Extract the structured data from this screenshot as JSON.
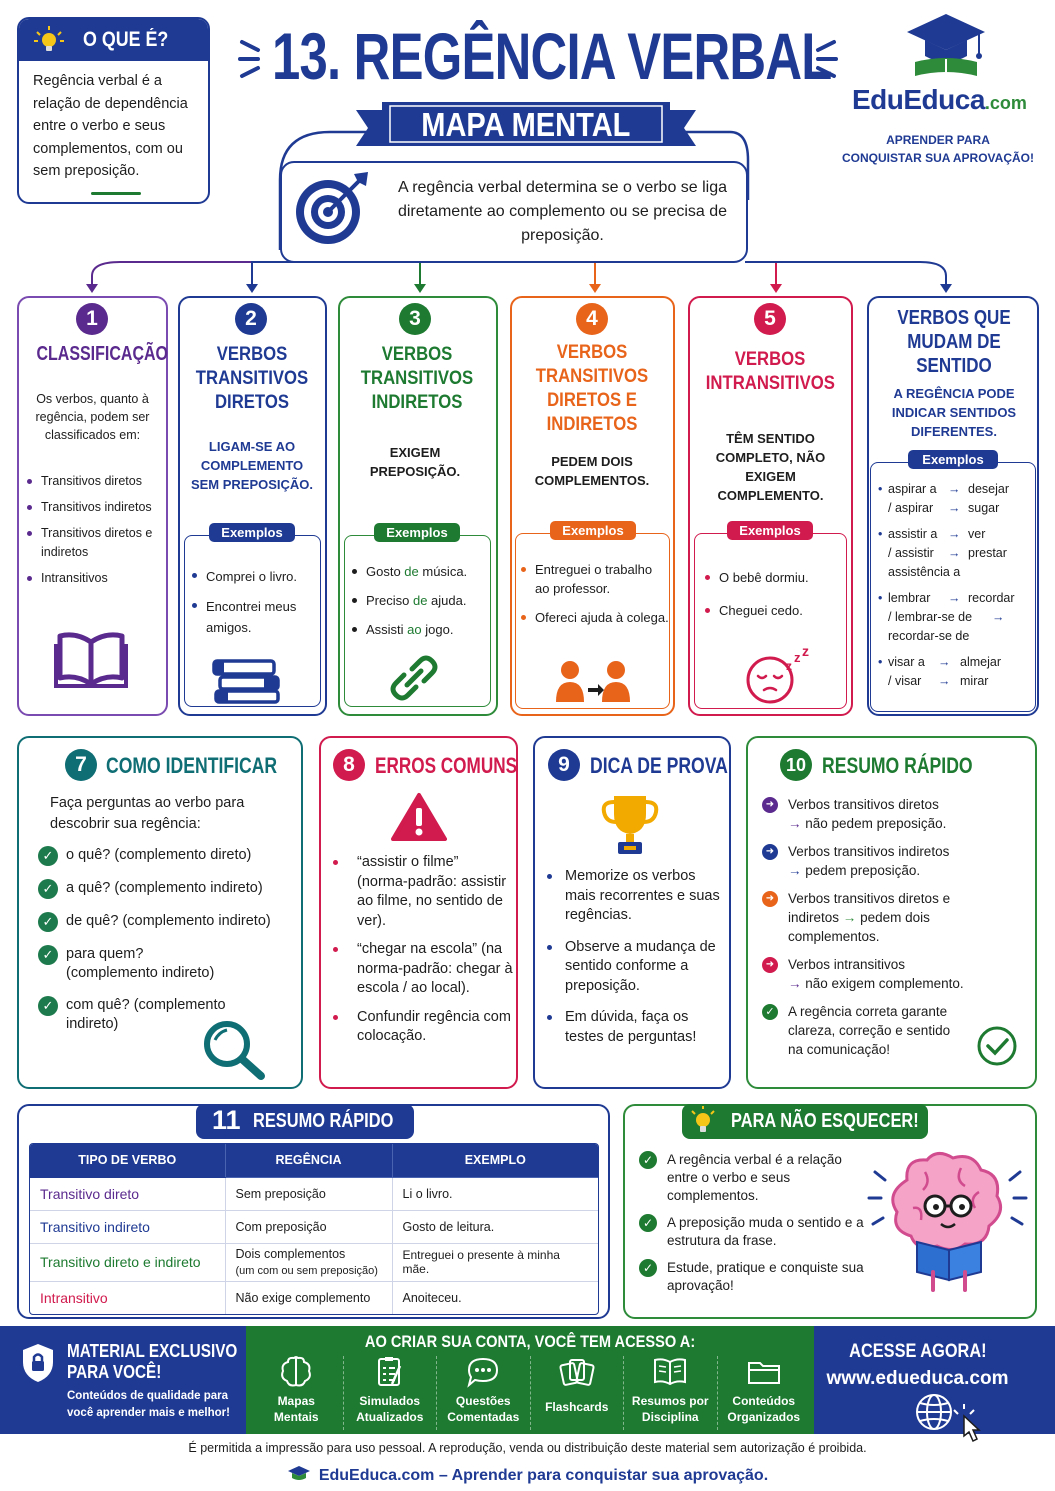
{
  "header": {
    "what_title": "O QUE É?",
    "what_text": "Regência verbal é a relação de dependência entre o verbo e seus complementos, com ou sem preposição.",
    "title": "13. REGÊNCIA VERBAL",
    "subtitle": "MAPA MENTAL",
    "logo_edu": "EduEduca",
    "logo_com": ".com",
    "tagline1": "APRENDER PARA",
    "tagline2": "CONQUISTAR SUA APROVAÇÃO!",
    "central": "A regência verbal determina se o verbo se liga diretamente ao complemento ou se precisa de preposição."
  },
  "cards": {
    "c1": {
      "num": "1",
      "title": "CLASSIFICAÇÃO",
      "intro": "Os verbos, quanto à regência, podem ser classificados em:",
      "items": [
        "Transitivos diretos",
        "Transitivos indiretos",
        "Transitivos diretos e indiretos",
        "Intransitivos"
      ]
    },
    "c2": {
      "num": "2",
      "title": "VERBOS TRANSITIVOS DIRETOS",
      "desc": "LIGAM-SE AO COMPLEMENTO SEM PREPOSIÇÃO.",
      "ex_label": "Exemplos",
      "items": [
        "Comprei o livro.",
        "Encontrei meus amigos."
      ]
    },
    "c3": {
      "num": "3",
      "title": "VERBOS TRANSITIVOS INDIRETOS",
      "desc": "EXIGEM PREPOSIÇÃO.",
      "ex_label": "Exemplos",
      "items": [
        [
          "Gosto ",
          "de",
          " música."
        ],
        [
          "Preciso ",
          "de",
          " ajuda."
        ],
        [
          "Assisti ",
          "ao",
          " jogo."
        ]
      ]
    },
    "c4": {
      "num": "4",
      "title": "VERBOS TRANSITIVOS DIRETOS E INDIRETOS",
      "desc": "PEDEM DOIS COMPLEMENTOS.",
      "ex_label": "Exemplos",
      "items": [
        "Entreguei o trabalho ao professor.",
        "Ofereci ajuda à colega."
      ]
    },
    "c5": {
      "num": "5",
      "title": "VERBOS INTRANSITIVOS",
      "desc": "TÊM SENTIDO COMPLETO, NÃO EXIGEM COMPLEMENTO.",
      "ex_label": "Exemplos",
      "items": [
        "O bebê dormiu.",
        "Cheguei cedo."
      ]
    },
    "c6": {
      "title": "VERBOS QUE MUDAM DE SENTIDO",
      "desc": "A REGÊNCIA PODE INDICAR SENTIDOS DIFERENTES.",
      "ex_label": "Exemplos",
      "rows": [
        {
          "a": "aspirar a",
          "b": "desejar"
        },
        {
          "a": "/ aspirar",
          "b": "sugar"
        },
        {
          "a": "assistir a",
          "b": "ver"
        },
        {
          "a": "/ assistir",
          "b": "prestar"
        },
        {
          "a": "assistência a",
          "b": ""
        },
        {
          "a": "lembrar",
          "b": "recordar"
        },
        {
          "a": "/ lembrar-se de",
          "b": ""
        },
        {
          "a": "recordar-se de",
          "b": ""
        },
        {
          "a": "visar a",
          "b": "almejar"
        },
        {
          "a": "/ visar",
          "b": "mirar"
        }
      ]
    }
  },
  "sec7": {
    "num": "7",
    "title": "COMO IDENTIFICAR",
    "intro": "Faça perguntas ao verbo para descobrir sua regência:",
    "items": [
      "o quê? (complemento direto)",
      "a quê? (complemento indireto)",
      "de quê? (complemento indireto)",
      "para quem? (complemento indireto)",
      "com quê? (complemento indireto)"
    ]
  },
  "sec8": {
    "num": "8",
    "title": "ERROS COMUNS",
    "items": [
      "“assistir o filme” (norma-padrão: assistir ao filme, no sentido de ver).",
      "“chegar na escola” (na norma-padrão: chegar à escola / ao local).",
      "Confundir regência com colocação."
    ]
  },
  "sec9": {
    "num": "9",
    "title": "DICA DE PROVA",
    "items": [
      "Memorize os verbos mais recorrentes e suas regências.",
      "Observe a mudança de sentido conforme a preposição.",
      "Em dúvida, faça os testes de perguntas!"
    ]
  },
  "sec10": {
    "num": "10",
    "title": "RESUMO RÁPIDO",
    "items": [
      {
        "t": "Verbos transitivos diretos",
        "r": "não pedem preposição."
      },
      {
        "t": "Verbos transitivos indiretos",
        "r": "pedem preposição."
      },
      {
        "t": "Verbos transitivos diretos e indiretos",
        "r": "pedem dois complementos."
      },
      {
        "t": "Verbos intransitivos",
        "r": "não exigem complemento."
      }
    ],
    "final": "A regência correta garante clareza, correção e sentido na comunicação!"
  },
  "sec11": {
    "num": "11",
    "title": "RESUMO RÁPIDO",
    "headers": [
      "TIPO DE VERBO",
      "REGÊNCIA",
      "EXEMPLO"
    ],
    "rows": [
      {
        "tipo": "Transitivo direto",
        "reg": "Sem preposição",
        "reg2": "",
        "ex": "Li o livro.",
        "color": "#5b2a8e"
      },
      {
        "tipo": "Transitivo indireto",
        "reg": "Com preposição",
        "reg2": "",
        "ex": "Gosto de leitura.",
        "color": "#1f3a93"
      },
      {
        "tipo": "Transitivo direto e indireto",
        "reg": "Dois complementos",
        "reg2": "(um com ou sem preposição)",
        "ex": "Entreguei o presente à minha mãe.",
        "color": "#1d7a30"
      },
      {
        "tipo": "Intransitivo",
        "reg": "Não exige complemento",
        "reg2": "",
        "ex": "Anoiteceu.",
        "color": "#d11a4d"
      }
    ]
  },
  "sec12": {
    "title": "PARA NÃO ESQUECER!",
    "items": [
      "A regência verbal é a relação entre o verbo e seus complementos.",
      "A preposição muda o sentido e a estrutura da frase.",
      "Estude, pratique e conquiste sua aprovação!"
    ]
  },
  "footer": {
    "excl1": "MATERIAL EXCLUSIVO",
    "excl2": "PARA VOCÊ!",
    "excl_sub": "Conteúdos de qualidade para você aprender mais e melhor!",
    "access_title": "AO CRIAR SUA CONTA, VOCÊ TEM ACESSO A:",
    "features": [
      [
        "Mapas",
        "Mentais"
      ],
      [
        "Simulados",
        "Atualizados"
      ],
      [
        "Questões",
        "Comentadas"
      ],
      [
        "Flashcards",
        ""
      ],
      [
        "Resumos por",
        "Disciplina"
      ],
      [
        "Conteúdos",
        "Organizados"
      ]
    ],
    "cta": "ACESSE AGORA!",
    "url": "www.edueduca.com",
    "legal": "É permitida a impressão para uso pessoal. A reprodução, venda ou distribuição deste material sem autorização é proibida.",
    "bottom": "EduEduca.com – Aprender para conquistar sua aprovação."
  },
  "colors": {
    "navy": "#1f3a93",
    "purple": "#5b2a8e",
    "green": "#1d7a30",
    "orange": "#e8641b",
    "red": "#d11a4d",
    "teal": "#0f6e74"
  }
}
